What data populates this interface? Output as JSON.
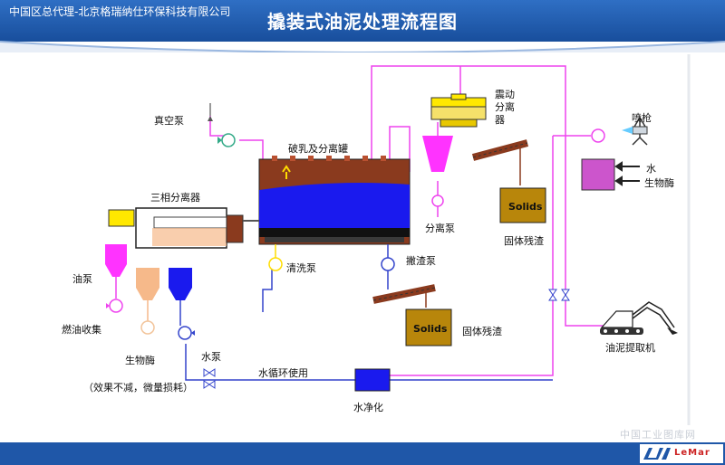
{
  "title": "撬装式油泥处理流程图",
  "footer": "中国区总代理-北京格瑞纳仕环保科技有限公司",
  "watermark": "中国工业图库网",
  "logo": "LeMar",
  "labels": {
    "vacuum_pump": "真空泵",
    "demulsify_tank": "破乳及分离罐",
    "vibration_separator": "震动\n分离\n器",
    "spray_gun": "喷枪",
    "water": "水",
    "bio_enzyme_right": "生物酶",
    "three_phase": "三相分离器",
    "separator_pump": "分离泵",
    "solids_residue_top": "固体残渣",
    "oil_pump": "油泵",
    "cleaning_pump": "清洗泵",
    "slag_pump": "撇渣泵",
    "fuel_collect": "燃油收集",
    "bio_enzyme_left": "生物酶",
    "water_pump": "水泵",
    "water_recycle": "水循环使用",
    "effect_note": "（效果不减，微量损耗）",
    "water_purify": "水净化",
    "solids_residue_bottom": "固体残渣",
    "sludge_extractor": "油泥提取机",
    "solids_1": "Solids",
    "solids_2": "Solids"
  },
  "colors": {
    "pipe": "#ee44ee",
    "water_pipe": "#3344cc",
    "tank_blue": "#1a1aee",
    "tank_brown": "#8a3a1e",
    "hopper_magenta": "#ff33ff",
    "hopper_peach": "#f6b98a",
    "header_blue": "#1f57a8",
    "solids_fill": "#b8860b"
  }
}
